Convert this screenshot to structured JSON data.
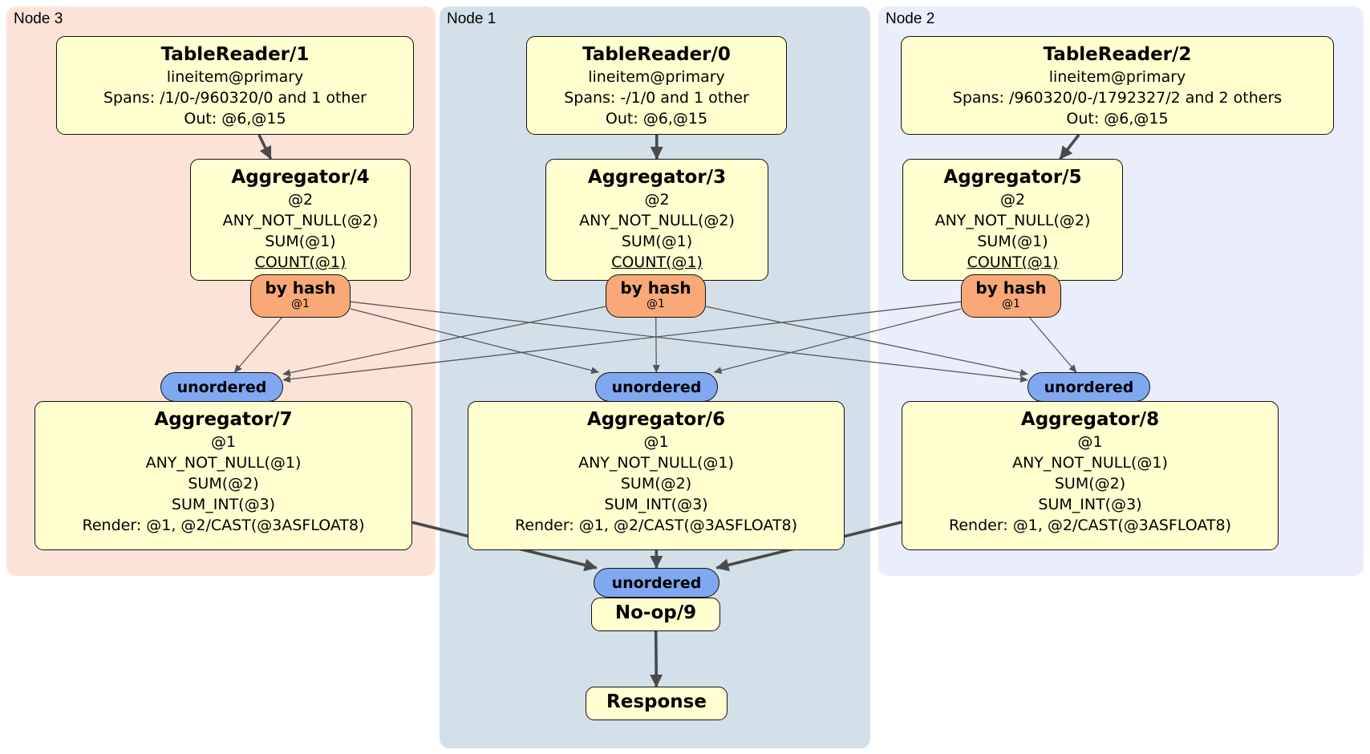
{
  "regions": [
    {
      "label": "Node 3"
    },
    {
      "label": "Node 1"
    },
    {
      "label": "Node 2"
    }
  ],
  "nodes": {
    "tr1": {
      "title": "TableReader/1",
      "lines": [
        "lineitem@primary",
        "Spans: /1/0-/960320/0 and 1 other",
        "Out: @6,@15"
      ]
    },
    "tr0": {
      "title": "TableReader/0",
      "lines": [
        "lineitem@primary",
        "Spans: -/1/0 and 1 other",
        "Out: @6,@15"
      ]
    },
    "tr2": {
      "title": "TableReader/2",
      "lines": [
        "lineitem@primary",
        "Spans: /960320/0-/1792327/2 and 2 others",
        "Out: @6,@15"
      ]
    },
    "agg4": {
      "title": "Aggregator/4",
      "lines": [
        "@2",
        "ANY_NOT_NULL(@2)",
        "SUM(@1)",
        "COUNT(@1)"
      ]
    },
    "agg3": {
      "title": "Aggregator/3",
      "lines": [
        "@2",
        "ANY_NOT_NULL(@2)",
        "SUM(@1)",
        "COUNT(@1)"
      ]
    },
    "agg5": {
      "title": "Aggregator/5",
      "lines": [
        "@2",
        "ANY_NOT_NULL(@2)",
        "SUM(@1)",
        "COUNT(@1)"
      ]
    },
    "agg7": {
      "title": "Aggregator/7",
      "lines": [
        "@1",
        "ANY_NOT_NULL(@1)",
        "SUM(@2)",
        "SUM_INT(@3)",
        "Render: @1, @2/CAST(@3ASFLOAT8)"
      ]
    },
    "agg6": {
      "title": "Aggregator/6",
      "lines": [
        "@1",
        "ANY_NOT_NULL(@1)",
        "SUM(@2)",
        "SUM_INT(@3)",
        "Render: @1, @2/CAST(@3ASFLOAT8)"
      ]
    },
    "agg8": {
      "title": "Aggregator/8",
      "lines": [
        "@1",
        "ANY_NOT_NULL(@1)",
        "SUM(@2)",
        "SUM_INT(@3)",
        "Render: @1, @2/CAST(@3ASFLOAT8)"
      ]
    },
    "noop": {
      "title": "No-op/9"
    },
    "response": {
      "title": "Response"
    }
  },
  "routers": {
    "byhash_l": {
      "label": "by hash",
      "detail": "@1"
    },
    "byhash_c": {
      "label": "by hash",
      "detail": "@1"
    },
    "byhash_r": {
      "label": "by hash",
      "detail": "@1"
    }
  },
  "syncs": {
    "sync_l": {
      "label": "unordered"
    },
    "sync_c": {
      "label": "unordered"
    },
    "sync_r": {
      "label": "unordered"
    },
    "sync_b": {
      "label": "unordered"
    }
  },
  "edges": [
    {
      "from": "byhash_l",
      "to": "sync_l",
      "style": "thin"
    },
    {
      "from": "byhash_l",
      "to": "sync_c",
      "style": "thin"
    },
    {
      "from": "byhash_l",
      "to": "sync_r",
      "style": "thin"
    },
    {
      "from": "byhash_c",
      "to": "sync_l",
      "style": "thin"
    },
    {
      "from": "byhash_c",
      "to": "sync_c",
      "style": "thin"
    },
    {
      "from": "byhash_c",
      "to": "sync_r",
      "style": "thin"
    },
    {
      "from": "byhash_r",
      "to": "sync_l",
      "style": "thin"
    },
    {
      "from": "byhash_r",
      "to": "sync_c",
      "style": "thin"
    },
    {
      "from": "byhash_r",
      "to": "sync_r",
      "style": "thin"
    },
    {
      "from": "tr1",
      "to": "agg4",
      "style": "bold"
    },
    {
      "from": "tr0",
      "to": "agg3",
      "style": "bold"
    },
    {
      "from": "tr2",
      "to": "agg5",
      "style": "bold"
    },
    {
      "from": "agg7",
      "to": "sync_b",
      "style": "bold"
    },
    {
      "from": "agg6",
      "to": "sync_b",
      "style": "bold"
    },
    {
      "from": "agg8",
      "to": "sync_b",
      "style": "bold"
    },
    {
      "from": "noop",
      "to": "response",
      "style": "bold"
    }
  ],
  "colors": {
    "region_node3_bg": "#fce3d8",
    "region_node1_bg": "#d3e0e9",
    "region_node2_bg": "#e9eefa",
    "processor_box_bg": "#ffffd0",
    "router_bg": "#f8a977",
    "sync_bg": "#7fa8f0",
    "edge": "#4a4a4a"
  }
}
